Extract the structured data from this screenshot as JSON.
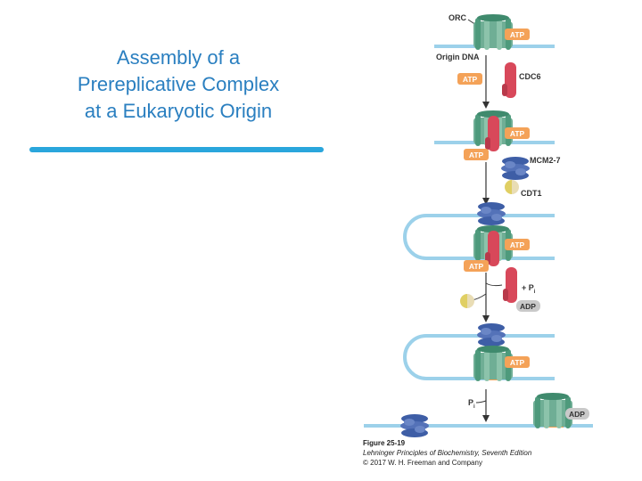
{
  "slide": {
    "title_lines": [
      "Assembly of a",
      "Prereplicative Complex",
      "at a Eukaryotic Origin"
    ]
  },
  "figure": {
    "labels": {
      "orc": "ORC",
      "origin_dna": "Origin DNA",
      "cdc6": "CDC6",
      "mcm": "MCM2-7",
      "cdt1": "CDT1",
      "pi_plus": "+ P",
      "pi": "P",
      "pi_sub": "i"
    },
    "tags": {
      "atp": "ATP",
      "adp": "ADP"
    },
    "caption": {
      "fig_no": "Figure 25-19",
      "book": "Lehninger Principles of Biochemistry, Seventh Edition",
      "copyright": "© 2017 W. H. Freeman and Company"
    },
    "colors": {
      "orc_green": "#6fae95",
      "orc_dark": "#3f8a6d",
      "cdc6_red": "#d8485a",
      "mcm_blue": "#3e5ea6",
      "cdt1_yellow": "#e0cf63",
      "atp_orange": "#f4a258",
      "adp_gray": "#c9c9c9",
      "dna_blue": "#9cd1ea",
      "title_blue": "#2a7fc0"
    }
  }
}
